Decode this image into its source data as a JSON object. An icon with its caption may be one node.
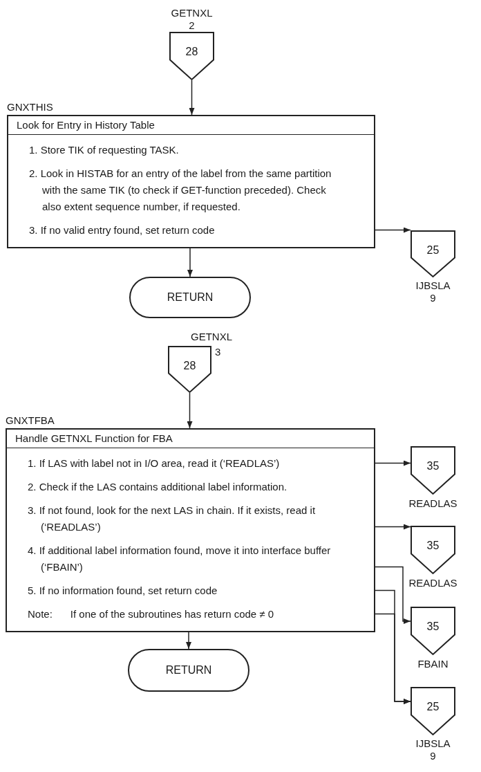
{
  "diagram": {
    "nodes": [
      {
        "text": [
          "28"
        ],
        "beside": [
          "GETNXL",
          "2"
        ]
      },
      {
        "text": [
          "GNXTHIS",
          "Look for Entry in History Table"
        ]
      },
      {
        "text": [
          "1. Store TIK of requesting TASK."
        ],
        "in": 1
      },
      {
        "text": [
          "2. Look in HISTAB for an entry of the label from the same partition with the same TIK (to check if GET-function preceded). Check also extent sequence number, if requested."
        ],
        "in": 1
      },
      {
        "text": [
          "3. If no valid entry found, set return code"
        ],
        "in": 1
      },
      {
        "text": [
          "25"
        ],
        "beside": [
          "IJBSLA",
          "9"
        ]
      },
      {
        "text": [
          "RETURN"
        ]
      },
      {
        "text": [
          "28"
        ],
        "beside": [
          "GETNXL",
          "3"
        ]
      },
      {
        "text": [
          "GNXTFBA",
          "Handle GETNXL Function for FBA"
        ]
      },
      {
        "text": [
          "1. If LAS with label not in I/O area, read it (‘READLAS’)"
        ],
        "in": 8
      },
      {
        "text": [
          "2. Check if the LAS contains additional label information."
        ],
        "in": 8
      },
      {
        "text": [
          "3. If not found, look for the next LAS in chain. If it exists, read it (‘READLAS’)"
        ],
        "in": 8
      },
      {
        "text": [
          "4. If additional label information found, move it into interface buffer (‘FBAIN’)"
        ],
        "in": 8
      },
      {
        "text": [
          "5. If no information found, set return code"
        ],
        "in": 8
      },
      {
        "text": [
          "Note:",
          "If one of the subroutines has return code ≠ 0"
        ],
        "in": 8
      },
      {
        "text": [
          "35"
        ],
        "beside": [
          "READLAS"
        ]
      },
      {
        "text": [
          "35"
        ],
        "beside": [
          "READLAS"
        ]
      },
      {
        "text": [
          "35"
        ],
        "beside": [
          "FBAIN"
        ]
      },
      {
        "text": [
          "25"
        ],
        "beside": [
          "IJBSLA",
          "9"
        ]
      },
      {
        "text": [
          "RETURN"
        ]
      }
    ],
    "edges": [
      {
        "from": 0,
        "to": 1,
        "arrow": "to"
      },
      {
        "from": 4,
        "to": 5,
        "arrow": "to"
      },
      {
        "from": 1,
        "to": 6,
        "arrow": "to"
      },
      {
        "from": 7,
        "to": 8,
        "arrow": "to"
      },
      {
        "from": 9,
        "to": 15,
        "arrow": "to"
      },
      {
        "from": 11,
        "to": 16,
        "arrow": "to"
      },
      {
        "from": 12,
        "to": 17,
        "arrow": "to"
      },
      {
        "from": 13,
        "to": 18,
        "arrow": "to"
      },
      {
        "from": 14,
        "to": 18,
        "arrow": "to"
      },
      {
        "from": 8,
        "to": 19,
        "arrow": "to"
      }
    ]
  }
}
